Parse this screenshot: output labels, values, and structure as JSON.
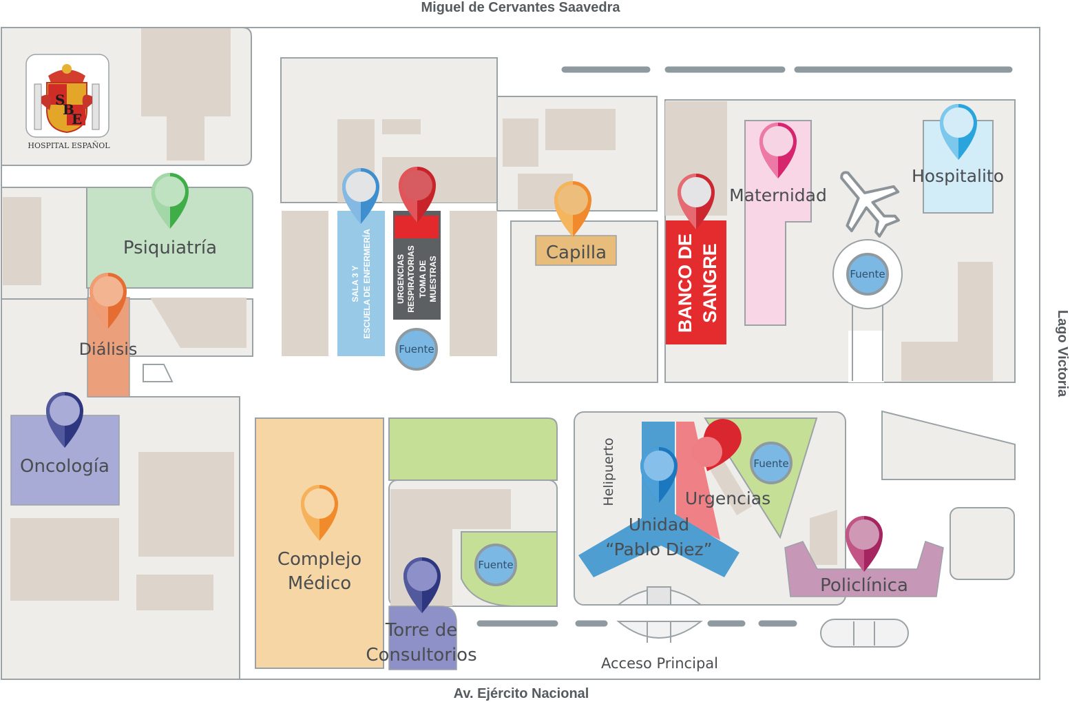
{
  "streets": {
    "north": "Miguel de Cervantes Saavedra",
    "south": "Av. Ejército Nacional",
    "east": "Lago Victoria",
    "entrance": "Acceso Principal"
  },
  "logo": {
    "caption": "HOSPITAL ESPAÑOL",
    "monogram": "SBE"
  },
  "areas": {
    "psiquiatria": "Psiquiatría",
    "dialisis": "Diálisis",
    "oncologia": "Oncología",
    "sala3_line1": "SALA 3 Y",
    "sala3_line2": "ESCUELA DE ENFERMERÍA",
    "urg_resp_line1": "URGENCIAS",
    "urg_resp_line2": "RESPIRATORIAS",
    "urg_resp_line3": "TOMA DE",
    "urg_resp_line4": "MUESTRAS",
    "capilla": "Capilla",
    "banco_line1": "BANCO DE",
    "banco_line2": "SANGRE",
    "maternidad": "Maternidad",
    "hospitalito": "Hospitalito",
    "complejo_line1": "Complejo",
    "complejo_line2": "Médico",
    "torre_line1": "Torre de",
    "torre_line2": "Consultorios",
    "helipuerto": "Helipuerto",
    "unidad_line1": "Unidad",
    "unidad_line2": "“Pablo Diez”",
    "urgencias": "Urgencias",
    "policlinica": "Policlínica"
  },
  "fountain_label": "Fuente",
  "icons": {
    "marker": "map-pin-icon",
    "airplane": "airplane-icon",
    "fountain": "fountain-icon"
  },
  "colors": {
    "road": "#ffffff",
    "block": "#efedea",
    "building": "#ddd5cc",
    "outline": "#9aa2a6",
    "psiquiatria": "#c6e2c6",
    "dialisis": "#ec9f7b",
    "oncologia": "#a8abd6",
    "sala3": "#98cae8",
    "urg_resp": "#5c6062",
    "capilla": "#e8bd7c",
    "banco": "#e42b2e",
    "maternidad": "#f8d6e6",
    "hospitalito": "#d2ecf8",
    "complejo": "#f7d6a6",
    "green": "#c6df97",
    "torre": "#8e90c8",
    "unidad": "#4e9ed2",
    "urgencias": "#ef8086",
    "policlinica": "#c797b8",
    "fountain": "#7cb8e4"
  }
}
